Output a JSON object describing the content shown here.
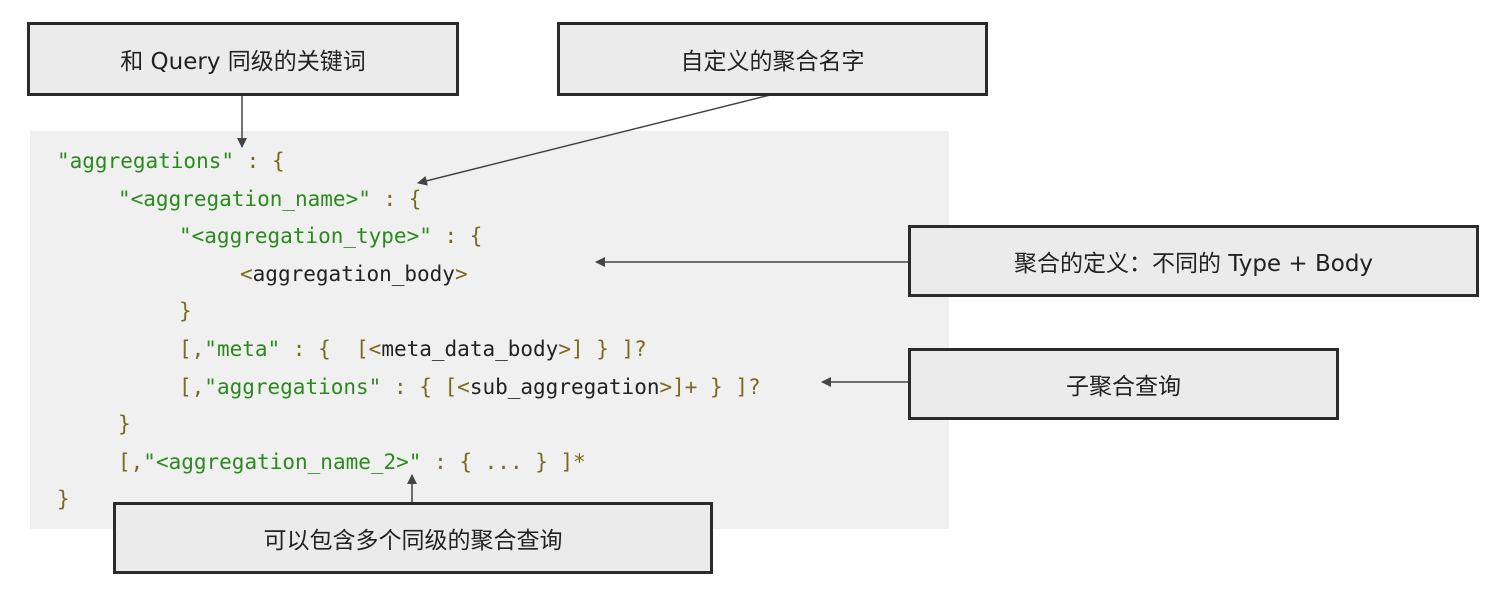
{
  "code": {
    "lines": [
      {
        "indent": 0,
        "tokens": [
          {
            "t": "\"aggregations\"",
            "c": "str"
          },
          {
            "t": " : {",
            "c": "pun"
          }
        ]
      },
      {
        "indent": 1,
        "tokens": [
          {
            "t": "\"<aggregation_name>\"",
            "c": "str"
          },
          {
            "t": " : {",
            "c": "pun"
          }
        ]
      },
      {
        "indent": 2,
        "tokens": [
          {
            "t": "\"<aggregation_type>\"",
            "c": "str"
          },
          {
            "t": " : {",
            "c": "pun"
          }
        ]
      },
      {
        "indent": 3,
        "tokens": [
          {
            "t": "<",
            "c": "pun"
          },
          {
            "t": "aggregation_body",
            "c": "txt"
          },
          {
            "t": ">",
            "c": "pun"
          }
        ]
      },
      {
        "indent": 2,
        "tokens": [
          {
            "t": "}",
            "c": "pun"
          }
        ]
      },
      {
        "indent": 2,
        "tokens": [
          {
            "t": "[,",
            "c": "pun"
          },
          {
            "t": "\"meta\"",
            "c": "str"
          },
          {
            "t": " : {  [<",
            "c": "pun"
          },
          {
            "t": "meta_data_body",
            "c": "txt"
          },
          {
            "t": ">] } ]?",
            "c": "pun"
          }
        ]
      },
      {
        "indent": 2,
        "tokens": [
          {
            "t": "[,",
            "c": "pun"
          },
          {
            "t": "\"aggregations\"",
            "c": "str"
          },
          {
            "t": " : { [<",
            "c": "pun"
          },
          {
            "t": "sub_aggregation",
            "c": "txt"
          },
          {
            "t": ">]+ } ]?",
            "c": "pun"
          }
        ]
      },
      {
        "indent": 1,
        "tokens": [
          {
            "t": "}",
            "c": "pun"
          }
        ]
      },
      {
        "indent": 1,
        "tokens": [
          {
            "t": "[,",
            "c": "pun"
          },
          {
            "t": "\"<aggregation_name_2>\"",
            "c": "str"
          },
          {
            "t": " : { ... } ]*",
            "c": "pun"
          }
        ]
      },
      {
        "indent": 0,
        "tokens": [
          {
            "t": "}",
            "c": "pun"
          }
        ]
      }
    ]
  },
  "callouts": {
    "keyword": "和 Query 同级的关键词",
    "name": "自定义的聚合名字",
    "definition": "聚合的定义：不同的 Type + Body",
    "sub": "子聚合查询",
    "multiple": "可以包含多个同级的聚合查询"
  },
  "colors": {
    "string": "#2b8a1e",
    "punctuation": "#7a6a1d",
    "text": "#222222",
    "panel": "#f0f0f0",
    "callout_fill": "#ebebeb",
    "callout_border": "#2b2b2b"
  }
}
